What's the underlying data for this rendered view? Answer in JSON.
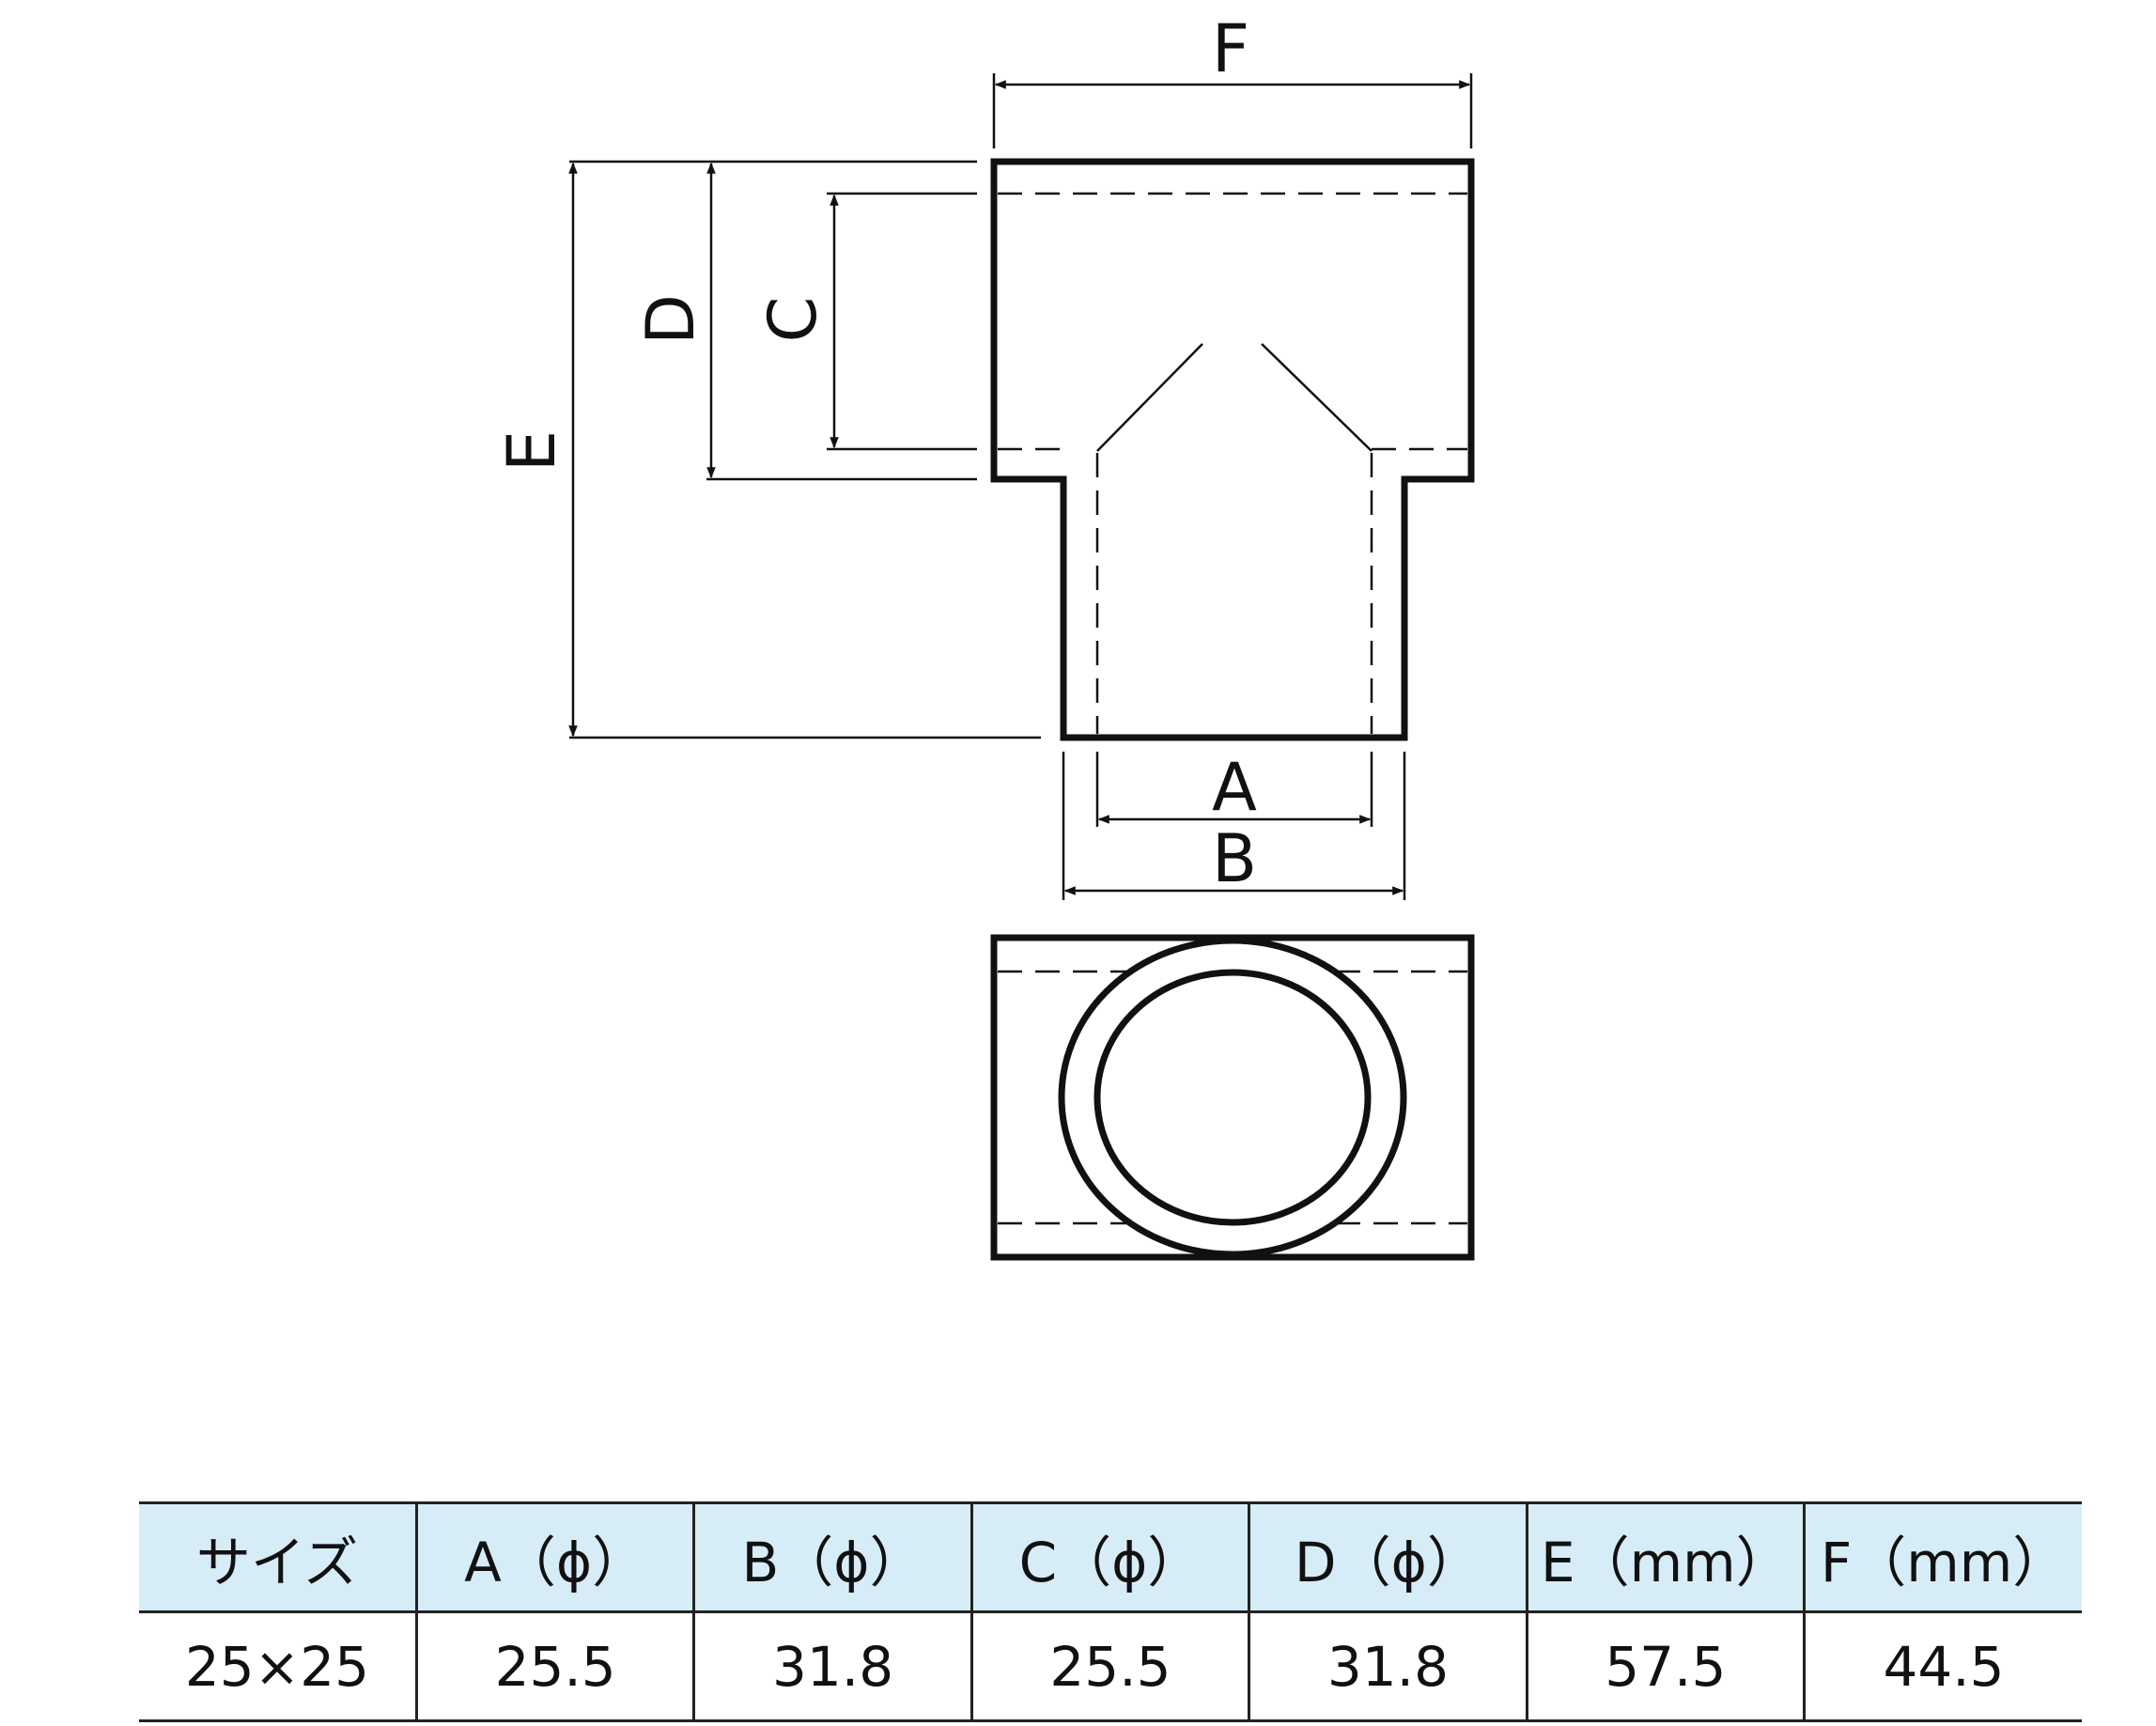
{
  "drawing": {
    "labels": {
      "a": "A",
      "b": "B",
      "c": "C",
      "d": "D",
      "e": "E",
      "f": "F"
    }
  },
  "table": {
    "headers": [
      "サイズ",
      "A（ϕ）",
      "B（ϕ）",
      "C（ϕ）",
      "D（ϕ）",
      "E（mm）",
      "F（mm）"
    ],
    "rows": [
      [
        "25×25",
        "25.5",
        "31.8",
        "25.5",
        "31.8",
        "57.5",
        "44.5"
      ]
    ]
  }
}
